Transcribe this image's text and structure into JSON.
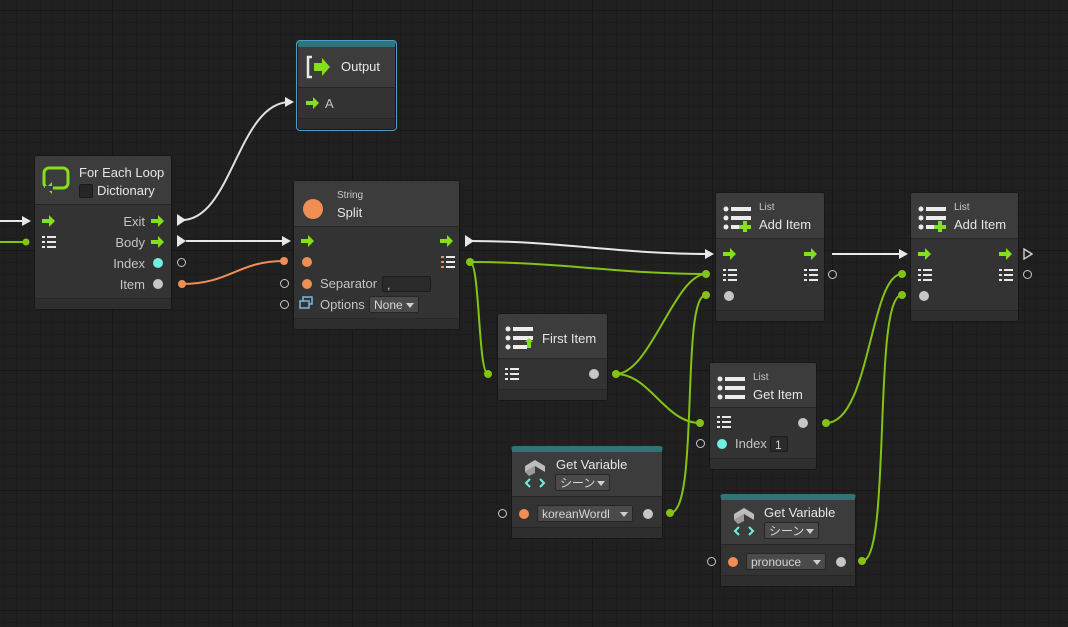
{
  "colors": {
    "canvas": "#202020",
    "node_bg": "#393939",
    "control_flow": "#e8e8e8",
    "list_flow": "#84c214",
    "string_flow": "#ef8e55",
    "header_teal": "#2d7578",
    "selection": "#4d9ec7"
  },
  "nodes": {
    "output": {
      "title": "Output",
      "port_a": "A",
      "icon": "output-arrow-icon"
    },
    "for_each": {
      "title": "For Each Loop",
      "dictionary_label": "Dictionary",
      "ports": [
        "Exit",
        "Body",
        "Index",
        "Item"
      ],
      "icon": "loop-arrow-icon"
    },
    "split": {
      "category": "String",
      "title": "Split",
      "separator_label": "Separator",
      "separator_value": ",",
      "options_label": "Options",
      "options_value": "None",
      "icon": "orange-circle-icon"
    },
    "first_item": {
      "title": "First Item",
      "icon": "list-icon"
    },
    "add_item_1": {
      "category": "List",
      "title": "Add Item",
      "icon": "list-add-icon"
    },
    "add_item_2": {
      "category": "List",
      "title": "Add Item",
      "icon": "list-add-icon"
    },
    "get_item": {
      "category": "List",
      "title": "Get Item",
      "index_label": "Index",
      "index_value": "1",
      "icon": "list-icon"
    },
    "get_var_1": {
      "title": "Get Variable",
      "scope": "シーン",
      "variable": "koreanWordl",
      "icon": "unity-variable-icon"
    },
    "get_var_2": {
      "title": "Get Variable",
      "scope": "シーン",
      "variable": "pronouce",
      "icon": "unity-variable-icon"
    }
  }
}
